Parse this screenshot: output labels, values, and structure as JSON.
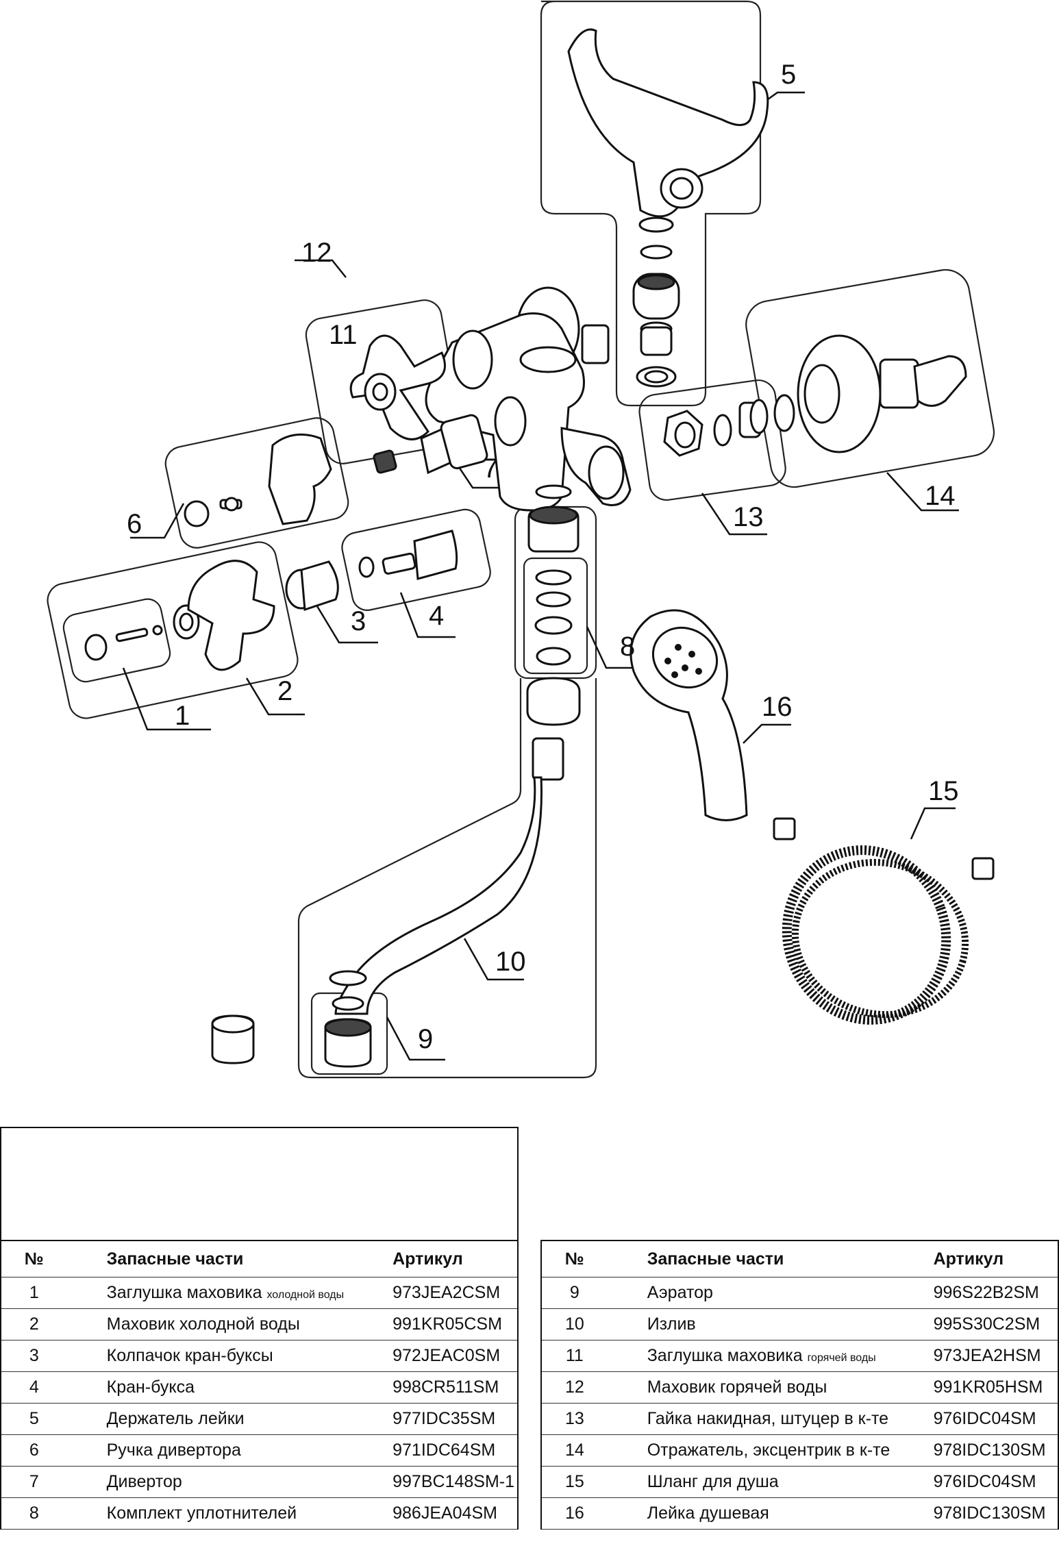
{
  "callouts": [
    "1",
    "2",
    "3",
    "4",
    "5",
    "6",
    "7",
    "8",
    "9",
    "10",
    "11",
    "12",
    "13",
    "14",
    "15",
    "16"
  ],
  "table": {
    "headers": {
      "no": "№",
      "name": "Запасные части",
      "article": "Артикул"
    },
    "left_rows": [
      {
        "no": "1",
        "name": "Заглушка маховика",
        "name_small": "холодной воды",
        "article": "973JEA2CSM"
      },
      {
        "no": "2",
        "name": "Маховик холодной воды",
        "name_small": "",
        "article": "991KR05CSM"
      },
      {
        "no": "3",
        "name": "Колпачок кран-буксы",
        "name_small": "",
        "article": "972JEAC0SM"
      },
      {
        "no": "4",
        "name": "Кран-букса",
        "name_small": "",
        "article": "998CR511SM"
      },
      {
        "no": "5",
        "name": "Держатель лейки",
        "name_small": "",
        "article": "977IDC35SM"
      },
      {
        "no": "6",
        "name": "Ручка дивертора",
        "name_small": "",
        "article": "971IDC64SM"
      },
      {
        "no": "7",
        "name": "Дивертор",
        "name_small": "",
        "article": "997BC148SM-1"
      },
      {
        "no": "8",
        "name": "Комплект уплотнителей",
        "name_small": "",
        "article": "986JEA04SM"
      }
    ],
    "right_rows": [
      {
        "no": "9",
        "name": "Аэратор",
        "name_small": "",
        "article": "996S22B2SM"
      },
      {
        "no": "10",
        "name": "Излив",
        "name_small": "",
        "article": "995S30C2SM"
      },
      {
        "no": "11",
        "name": "Заглушка маховика",
        "name_small": "горячей воды",
        "article": "973JEA2HSM"
      },
      {
        "no": "12",
        "name": "Маховик горячей воды",
        "name_small": "",
        "article": "991KR05HSM"
      },
      {
        "no": "13",
        "name": "Гайка накидная, штуцер в к-те",
        "name_small": "",
        "article": "976IDC04SM"
      },
      {
        "no": "14",
        "name": "Отражатель, эксцентрик в к-те",
        "name_small": "",
        "article": "978IDC130SM"
      },
      {
        "no": "15",
        "name": "Шланг для душа",
        "name_small": "",
        "article": "976IDC04SM"
      },
      {
        "no": "16",
        "name": "Лейка душевая",
        "name_small": "",
        "article": "978IDC130SM"
      }
    ]
  }
}
